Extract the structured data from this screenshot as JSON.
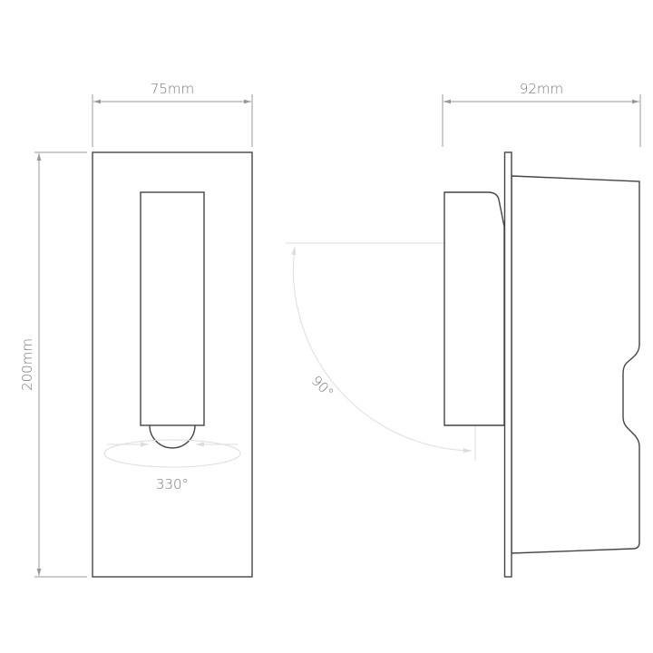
{
  "dimensions": {
    "width": "75mm",
    "depth": "92mm",
    "height": "200mm"
  },
  "angles": {
    "rotation": "330°",
    "tilt": "90°"
  },
  "colors": {
    "outline": "#444444",
    "dimension": "#999999",
    "guide": "#dddddd"
  }
}
